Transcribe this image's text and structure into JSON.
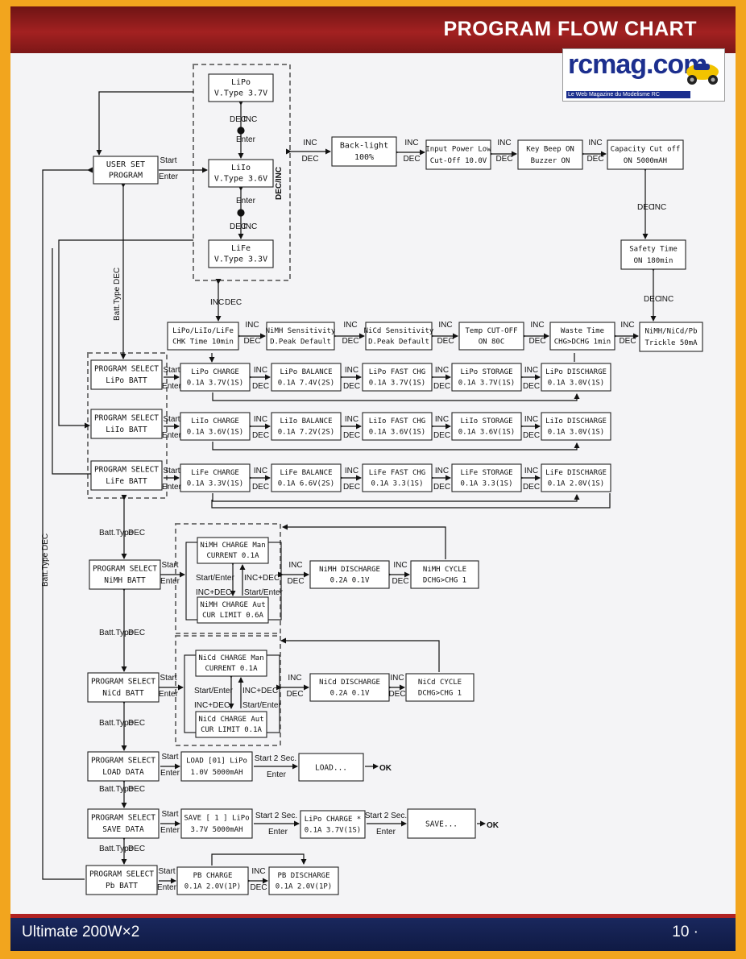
{
  "header": {
    "title": "PROGRAM FLOW CHART"
  },
  "footer": {
    "model": "Ultimate 200W×2",
    "page": "10 ·"
  },
  "logo": {
    "text": "rcmag.com",
    "tagline": "Le Web Magazine du Modelisme RC"
  },
  "arrow_labels": {
    "start": "Start",
    "enter": "Enter",
    "inc": "INC",
    "dec": "DEC",
    "start_2sec": "Start 2 Sec.",
    "batt_type": "Batt.Type",
    "dec_inc_vertical": "DEC/INC",
    "batt_type_dec": "Batt.Type   DEC",
    "ok": "OK"
  },
  "boxes": [
    {
      "id": "user-set-program",
      "lines": [
        "USER SET",
        "PROGRAM"
      ]
    },
    {
      "id": "vtype-lipo",
      "lines": [
        "LiPo",
        "V.Type 3.7V"
      ]
    },
    {
      "id": "vtype-lilo",
      "lines": [
        "LiIo",
        "V.Type 3.6V"
      ]
    },
    {
      "id": "vtype-life",
      "lines": [
        "LiFe",
        "V.Type 3.3V"
      ]
    },
    {
      "id": "backlight",
      "lines": [
        "Back-light",
        "100%"
      ]
    },
    {
      "id": "input-power",
      "lines": [
        "Input Power Low",
        "Cut-Off   10.0V"
      ]
    },
    {
      "id": "key-beep",
      "lines": [
        "Key Beep    ON",
        "Buzzer      ON"
      ]
    },
    {
      "id": "capacity",
      "lines": [
        "Capacity  Cut off",
        "ON         5000mAH"
      ]
    },
    {
      "id": "safety-time",
      "lines": [
        "Safety Time",
        "ON      180min"
      ]
    },
    {
      "id": "nimh-trickle",
      "lines": [
        "NiMH/NiCd/Pb",
        "Trickle  50mA"
      ]
    },
    {
      "id": "waste-time",
      "lines": [
        "Waste Time",
        "CHG>DCHG 1min"
      ]
    },
    {
      "id": "temp-cutoff",
      "lines": [
        "Temp    CUT-OFF",
        "ON           80C"
      ]
    },
    {
      "id": "nicd-sensitivity",
      "lines": [
        "NiCd Sensitivity",
        "D.Peak Default"
      ]
    },
    {
      "id": "nimh-sensitivity",
      "lines": [
        "NiMH Sensitivity",
        "D.Peak Default"
      ]
    },
    {
      "id": "chk-time",
      "lines": [
        "LiPo/LiIo/LiFe",
        "CHK Time  10min"
      ]
    },
    {
      "id": "prog-select-lipo",
      "lines": [
        "PROGRAM SELECT",
        "LiPo BATT"
      ]
    },
    {
      "id": "lipo-charge",
      "lines": [
        "LiPo CHARGE",
        "0.1A  3.7V(1S)"
      ]
    },
    {
      "id": "lipo-balance",
      "lines": [
        "LiPo BALANCE",
        "0.1A  7.4V(2S)"
      ]
    },
    {
      "id": "lipo-fast",
      "lines": [
        "LiPo FAST CHG",
        "0.1A    3.7V(1S)"
      ]
    },
    {
      "id": "lipo-storage",
      "lines": [
        "LiPo STORAGE",
        "0.1A   3.7V(1S)"
      ]
    },
    {
      "id": "lipo-discharge",
      "lines": [
        "LiPo DISCHARGE",
        "0.1A   3.0V(1S)"
      ]
    },
    {
      "id": "prog-select-lilo",
      "lines": [
        "PROGRAM SELECT",
        "LiIo BATT"
      ]
    },
    {
      "id": "lilo-charge",
      "lines": [
        "LiIo CHARGE",
        "0.1A  3.6V(1S)"
      ]
    },
    {
      "id": "lilo-balance",
      "lines": [
        "LiIo BALANCE",
        "0.1A  7.2V(2S)"
      ]
    },
    {
      "id": "lilo-fast",
      "lines": [
        "LiIo FAST CHG",
        "0.1A    3.6V(1S)"
      ]
    },
    {
      "id": "lilo-storage",
      "lines": [
        "LiIo STORAGE",
        "0.1A   3.6V(1S)"
      ]
    },
    {
      "id": "lilo-discharge",
      "lines": [
        "LiIo DISCHARGE",
        "0.1A   3.0V(1S)"
      ]
    },
    {
      "id": "prog-select-life",
      "lines": [
        "PROGRAM SELECT",
        "LiFe BATT"
      ]
    },
    {
      "id": "life-charge",
      "lines": [
        "LiFe CHARGE",
        "0.1A  3.3V(1S)"
      ]
    },
    {
      "id": "life-balance",
      "lines": [
        "LiFe BALANCE",
        "0.1A  6.6V(2S)"
      ]
    },
    {
      "id": "life-fast",
      "lines": [
        "LiFe FAST CHG",
        "0.1A    3.3(1S)"
      ]
    },
    {
      "id": "life-storage",
      "lines": [
        "LiFe STORAGE",
        "0.1A   3.3(1S)"
      ]
    },
    {
      "id": "life-discharge",
      "lines": [
        "LiFe DISCHARGE",
        "0.1A   2.0V(1S)"
      ]
    },
    {
      "id": "prog-select-nimh",
      "lines": [
        "PROGRAM SELECT",
        "NiMH BATT"
      ]
    },
    {
      "id": "nimh-charge-man",
      "lines": [
        "NiMH CHARGE  Man",
        "CURRENT      0.1A"
      ]
    },
    {
      "id": "nimh-charge-aut",
      "lines": [
        "NiMH CHARGE  Aut",
        "CUR LIMIT   0.6A"
      ]
    },
    {
      "id": "nimh-discharge",
      "lines": [
        "NiMH DISCHARGE",
        "0.2A          0.1V"
      ]
    },
    {
      "id": "nimh-cycle",
      "lines": [
        "NiMH CYCLE",
        "DCHG>CHG   1"
      ]
    },
    {
      "id": "prog-select-nicd",
      "lines": [
        "PROGRAM SELECT",
        "NiCd BATT"
      ]
    },
    {
      "id": "nicd-charge-man",
      "lines": [
        "NiCd CHARGE  Man",
        "CURRENT      0.1A"
      ]
    },
    {
      "id": "nicd-charge-aut",
      "lines": [
        "NiCd CHARGE  Aut",
        "CUR LIMIT   0.1A"
      ]
    },
    {
      "id": "nicd-discharge",
      "lines": [
        "NiCd DISCHARGE",
        "0.2A          0.1V"
      ]
    },
    {
      "id": "nicd-cycle",
      "lines": [
        "NiCd CYCLE",
        "DCHG>CHG   1"
      ]
    },
    {
      "id": "prog-select-load",
      "lines": [
        "PROGRAM SELECT",
        "LOAD DATA"
      ]
    },
    {
      "id": "load-01",
      "lines": [
        "LOAD [01]  LiPo",
        "1.0V    5000mAH"
      ]
    },
    {
      "id": "load-progress",
      "lines": [
        "LOAD..."
      ]
    },
    {
      "id": "prog-select-save",
      "lines": [
        "PROGRAM SELECT",
        "SAVE DATA"
      ]
    },
    {
      "id": "save-1",
      "lines": [
        "SAVE [ 1 ]  LiPo",
        "3.7V    5000mAH"
      ]
    },
    {
      "id": "save-lipo-charge",
      "lines": [
        "LiPo CHARGE *",
        "0.1A 3.7V(1S)"
      ]
    },
    {
      "id": "save-progress",
      "lines": [
        "SAVE..."
      ]
    },
    {
      "id": "prog-select-pb",
      "lines": [
        "PROGRAM SELECT",
        "Pb BATT"
      ]
    },
    {
      "id": "pb-charge",
      "lines": [
        "PB CHARGE",
        "0.1A    2.0V(1P)"
      ]
    },
    {
      "id": "pb-discharge",
      "lines": [
        "PB DISCHARGE",
        "0.1A    2.0V(1P)"
      ]
    }
  ],
  "mode_box_labels": {
    "start_enter": "Start/Enter",
    "inc_dec": "INC+DEC"
  }
}
